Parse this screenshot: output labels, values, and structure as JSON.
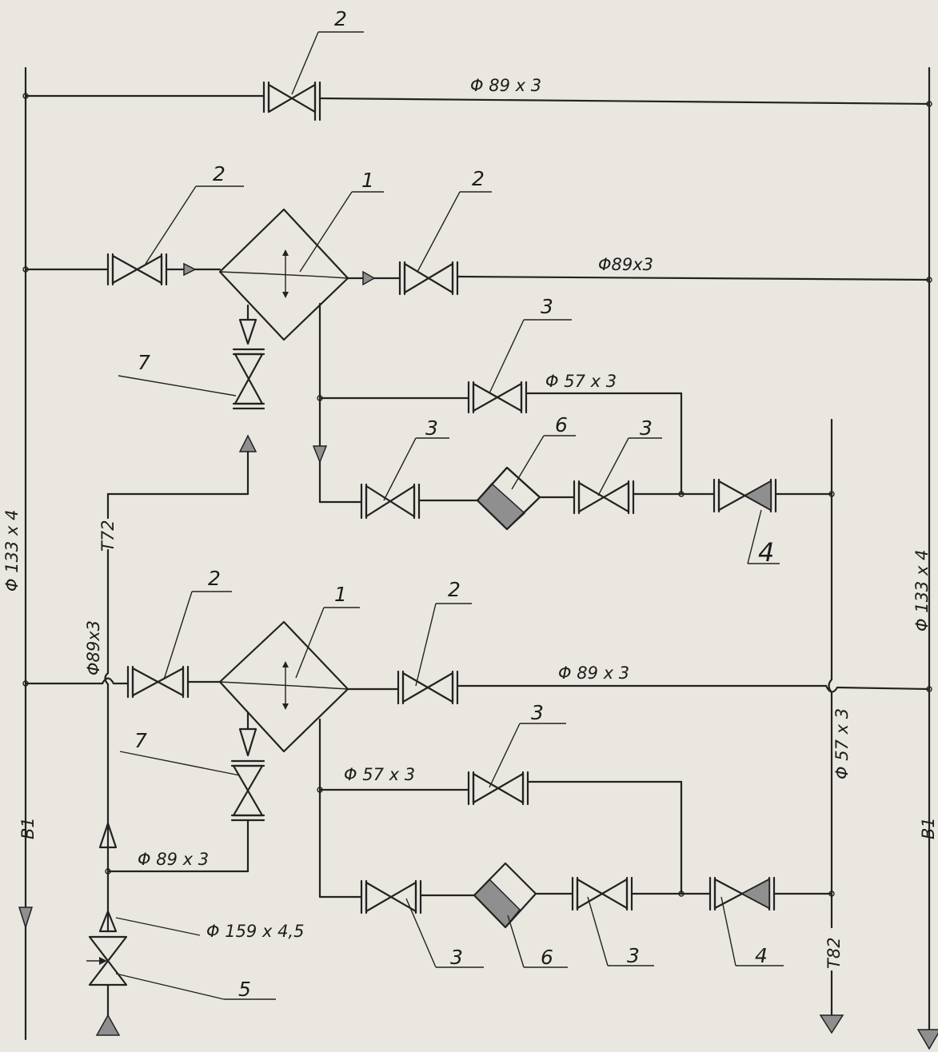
{
  "labels": {
    "pipe_89x3": "Φ 89 x 3",
    "pipe_89x3_b": "Φ89x3",
    "pipe_89x3_c": "Φ 89 x 3",
    "pipe_89x3_left": "Φ89x3",
    "pipe_89x3_bottom": "Φ 89 x 3",
    "pipe_57x3_a": "Φ 57 x 3",
    "pipe_57x3_b": "Φ 57 x 3",
    "pipe_57x3_right": "Φ 57 x 3",
    "pipe_133x4_left": "Φ 133 x 4",
    "pipe_133x4_right": "Φ 133 x 4",
    "pipe_159": "Φ 159 x 4,5",
    "b1_left": "B1",
    "b1_right": "B1",
    "t72": "T72",
    "t82": "T82"
  },
  "callouts": {
    "c2_top": "2",
    "c2_a": "2",
    "c1_a": "1",
    "c2_b": "2",
    "c3_a": "3",
    "c3_b": "3",
    "c6_a": "6",
    "c3_c": "3",
    "c7_a": "7",
    "c4_a": "4",
    "c2_c": "2",
    "c1_b": "1",
    "c2_d": "2",
    "c3_d": "3",
    "c7_b": "7",
    "c3_e": "3",
    "c6_b": "6",
    "c3_f": "3",
    "c4_b": "4",
    "c5": "5"
  }
}
